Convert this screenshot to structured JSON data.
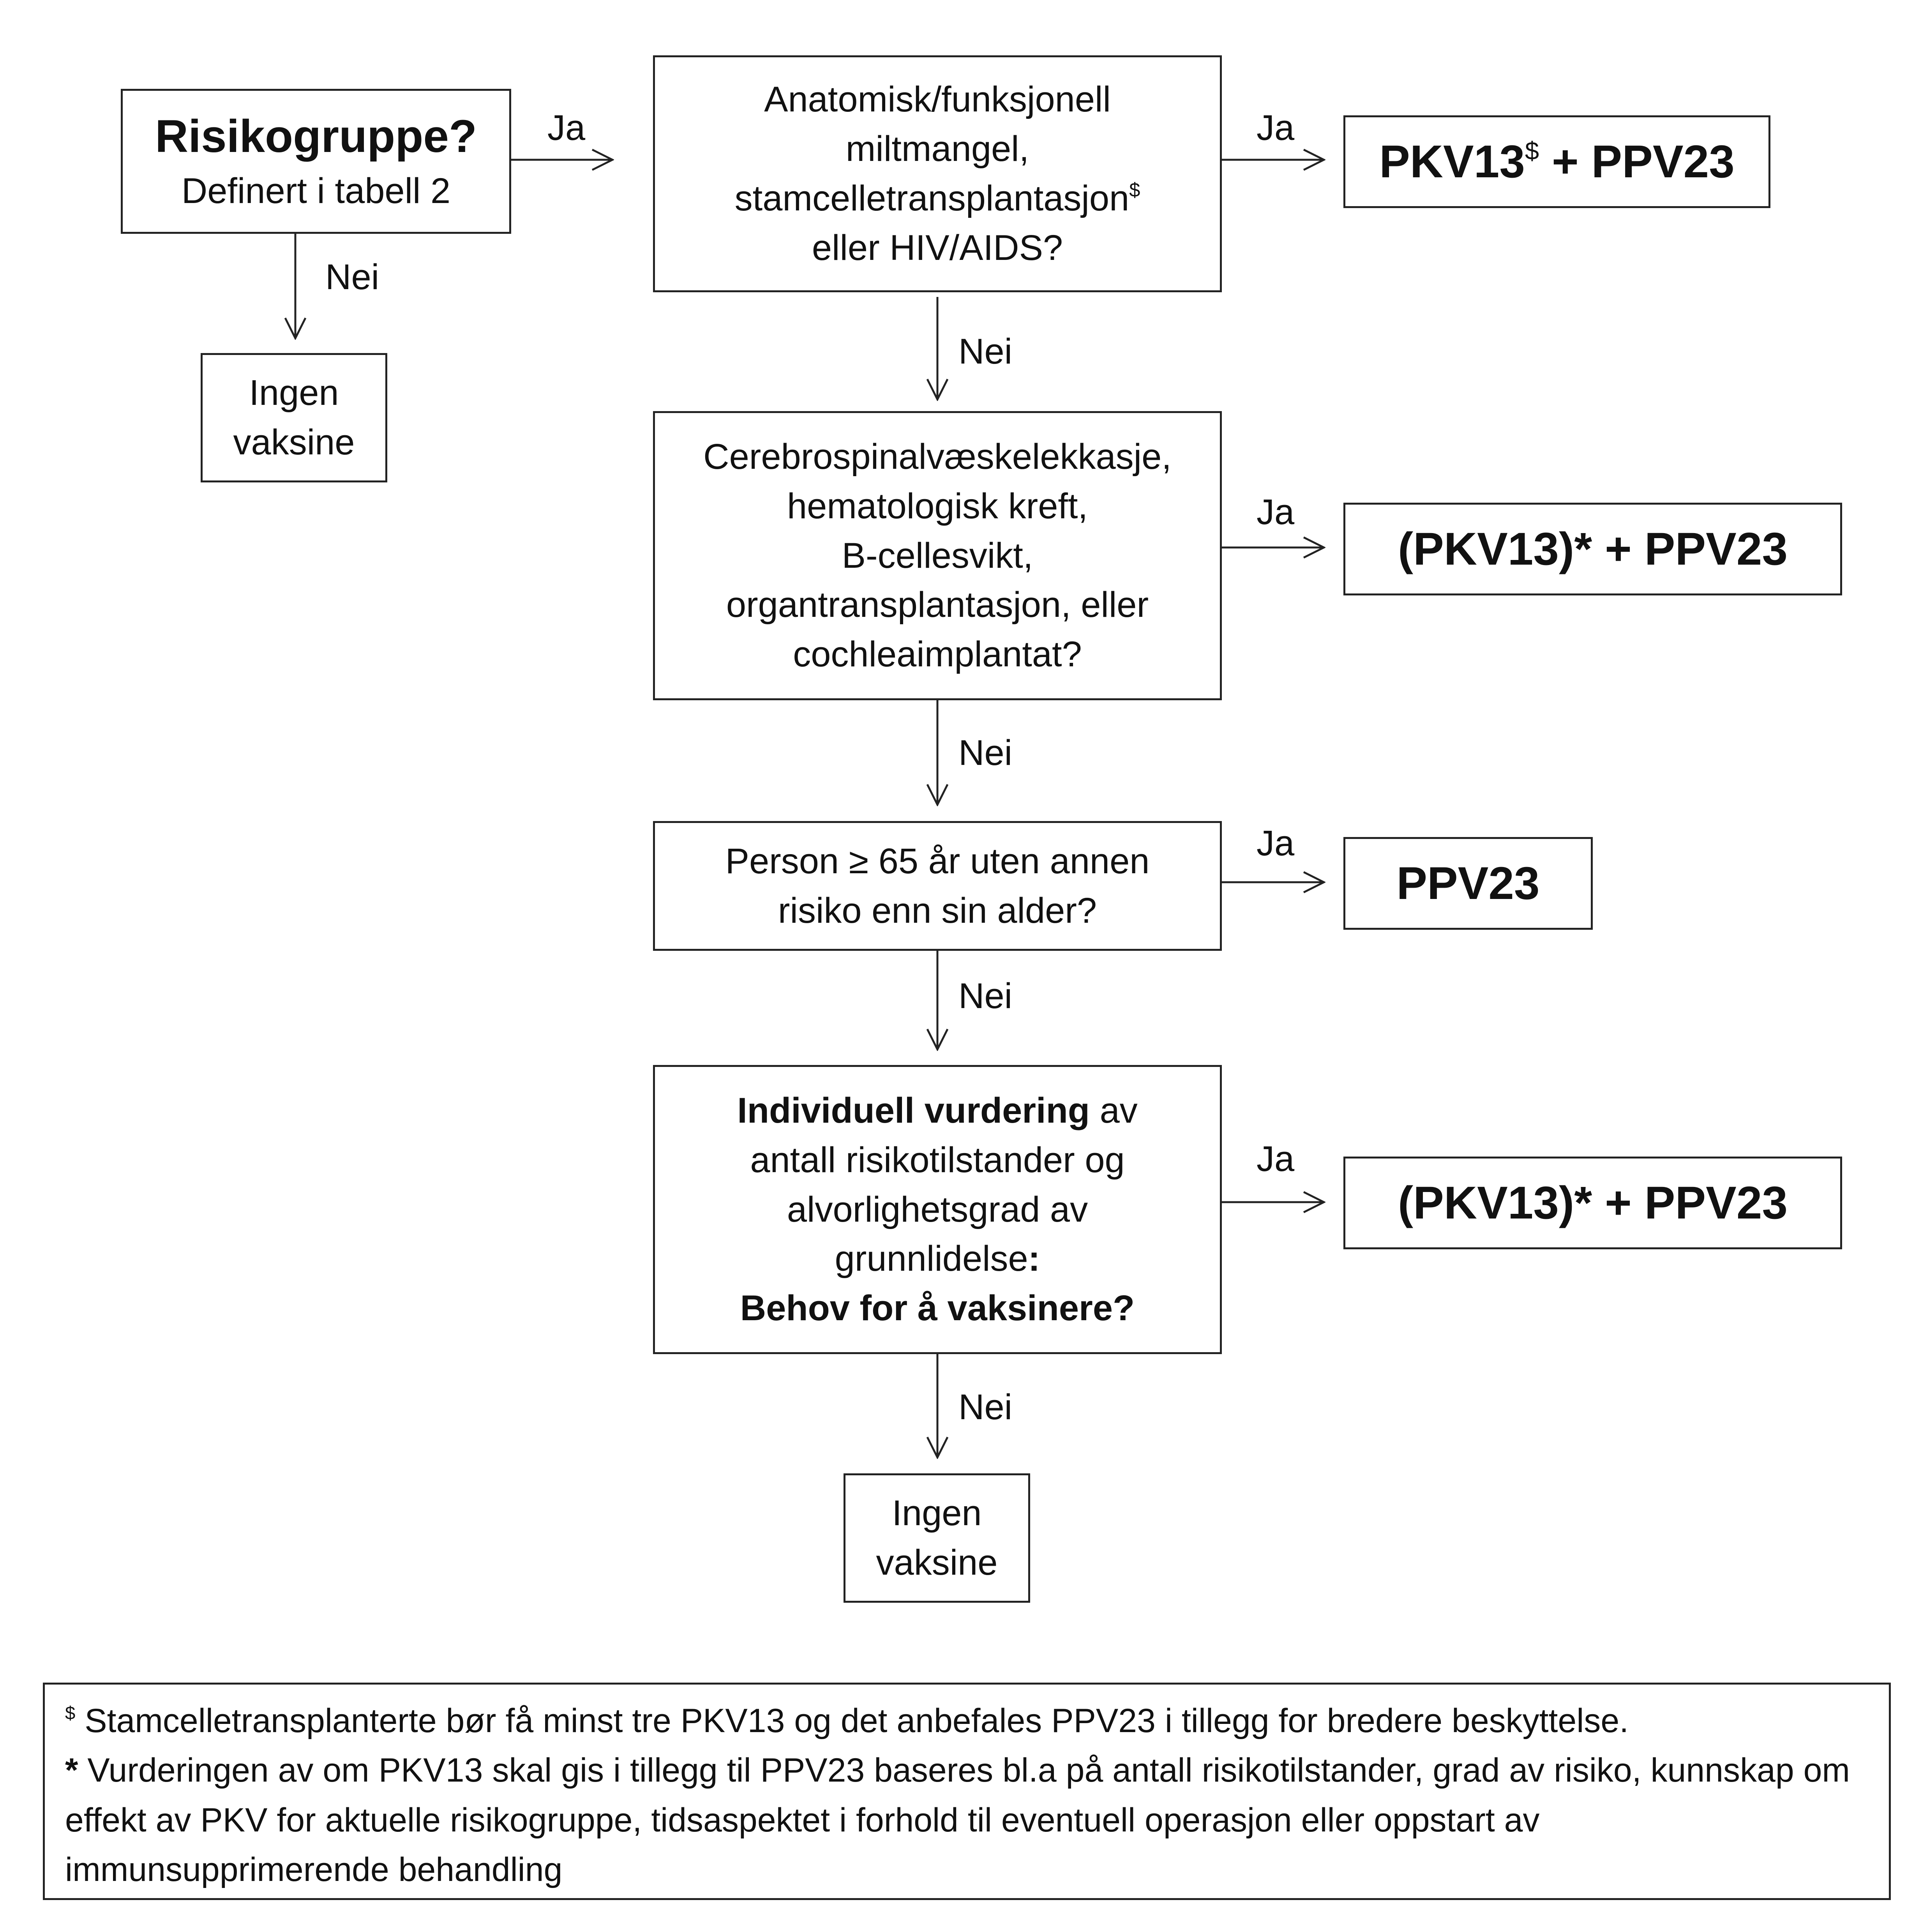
{
  "q_risk": {
    "title": "Risikogruppe?",
    "subtitle": "Definert i tabell 2"
  },
  "no_vaccine_1": {
    "lines": [
      "Ingen",
      "vaksine"
    ]
  },
  "q_spleen": {
    "lines": [
      "Anatomisk/funksjonell",
      "miltmangel,",
      "stamcelletransplantasjon",
      "eller HIV/AIDS?"
    ],
    "sup": "$"
  },
  "result_1": {
    "pre": "PKV13",
    "sup": "$",
    "post": " + PPV23"
  },
  "q_csf": {
    "lines": [
      "Cerebrospinalvæskelekkasje,",
      "hematologisk kreft,",
      "B-cellesvikt,",
      "organtransplantasjon, eller",
      "cochleaimplantat?"
    ]
  },
  "result_2": {
    "text": "(PKV13)* + PPV23"
  },
  "q_age": {
    "lines": [
      "Person ≥ 65 år uten annen",
      "risiko enn sin alder?"
    ]
  },
  "result_3": {
    "text": "PPV23"
  },
  "q_individual": {
    "bold1": "Individuell vurdering",
    "rest1": " av",
    "line2": "antall risikotilstander og",
    "line3": "alvorlighetsgrad av",
    "line4": "grunnlidelse",
    "colon": ":",
    "line5": "Behov for å vaksinere?"
  },
  "result_4": {
    "text": "(PKV13)* + PPV23"
  },
  "no_vaccine_2": {
    "lines": [
      "Ingen",
      "vaksine"
    ]
  },
  "labels": {
    "yes": "Ja",
    "no": "Nei"
  },
  "footnote": {
    "dollar_sym": "$",
    "dollar_text": " Stamcelletransplanterte bør få minst tre PKV13 og det anbefales PPV23 i tillegg for bredere beskyttelse.",
    "star_sym": "*",
    "star_text": " Vurderingen av om PKV13 skal gis i tillegg til PPV23 baseres bl.a på  antall risikotilstander, grad av risiko, kunnskap om effekt av PKV for aktuelle risikogruppe, tidsaspektet i forhold til  eventuell operasjon eller oppstart av immunsupprimerende behandling"
  }
}
